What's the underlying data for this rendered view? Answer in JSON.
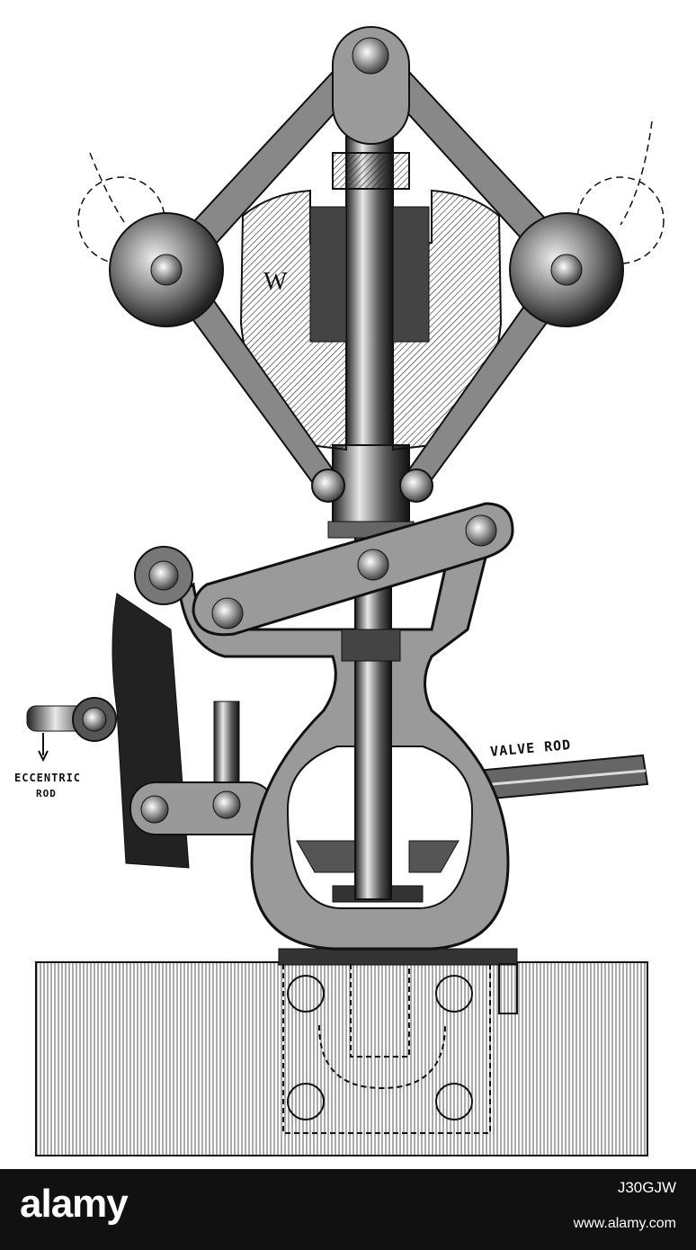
{
  "figure": {
    "label_w": "W",
    "label_valve_rod": "VALVE ROD",
    "label_eccentric": "ECCENTRIC",
    "label_rod": "ROD"
  },
  "footer": {
    "logo": "alamy",
    "image_id": "J30GJW",
    "site": "www.alamy.com"
  },
  "colors": {
    "ink": "#111111",
    "paper": "#ffffff",
    "footer_bg": "#111111"
  }
}
